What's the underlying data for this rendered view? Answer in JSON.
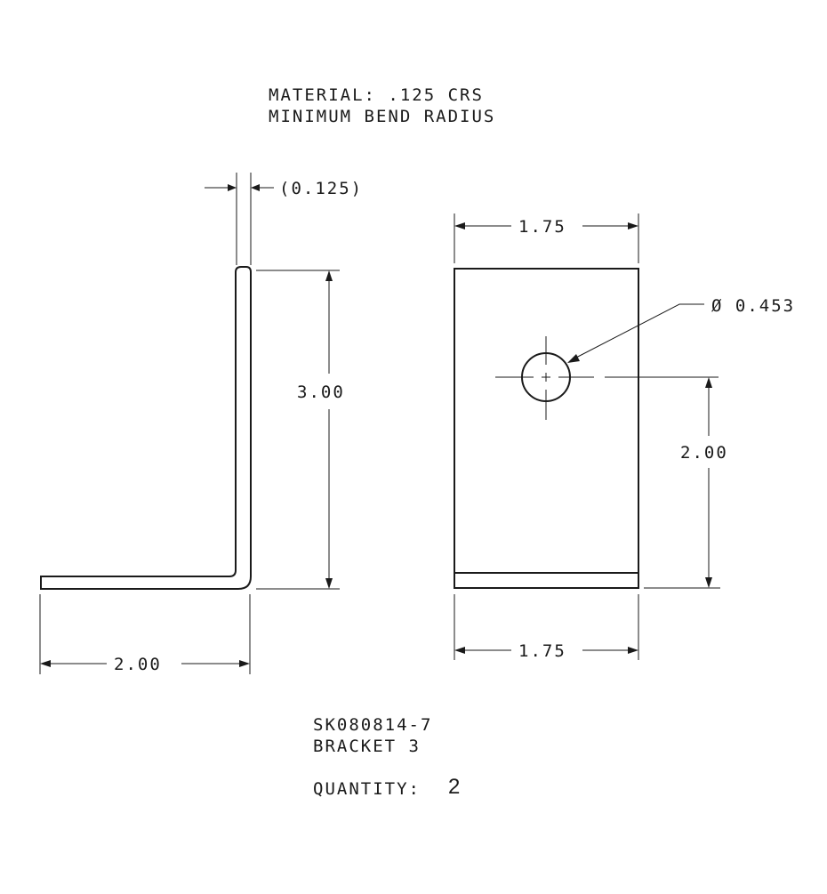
{
  "notes": {
    "material": "MATERIAL: .125 CRS",
    "bend": "MINIMUM BEND RADIUS"
  },
  "side_view": {
    "thickness_dim": "(0.125)",
    "height_dim": "3.00",
    "leg_dim": "2.00"
  },
  "front_view": {
    "top_width_dim": "1.75",
    "hole_dim": "Ø 0.453",
    "hole_height_dim": "2.00",
    "bottom_width_dim": "1.75"
  },
  "title_block": {
    "part_number": "SK080814-7",
    "part_name": "BRACKET 3",
    "quantity_label": "QUANTITY:",
    "quantity_value": "2"
  }
}
